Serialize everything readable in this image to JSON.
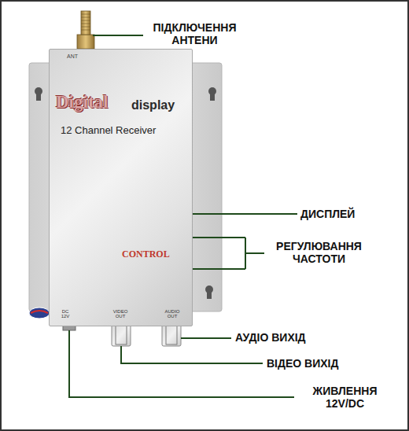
{
  "diagram": {
    "nodes": [
      {
        "text": [
          "ANT",
          "Digital",
          "display",
          "12 Channel Receiver",
          "CONTROL",
          "DC 12V",
          "VIDEO OUT",
          "AUDIO OUT"
        ]
      }
    ],
    "labels": [
      "ПІДКЛЮЧЕННЯ АНТЕНИ",
      "ДИСПЛЕЙ",
      "РЕГУЛЮВАННЯ ЧАСТОТИ",
      "АУДІО ВИХІД",
      "ВІДЕО ВИХІД",
      "ЖИВЛЕННЯ 12V/DC"
    ]
  }
}
